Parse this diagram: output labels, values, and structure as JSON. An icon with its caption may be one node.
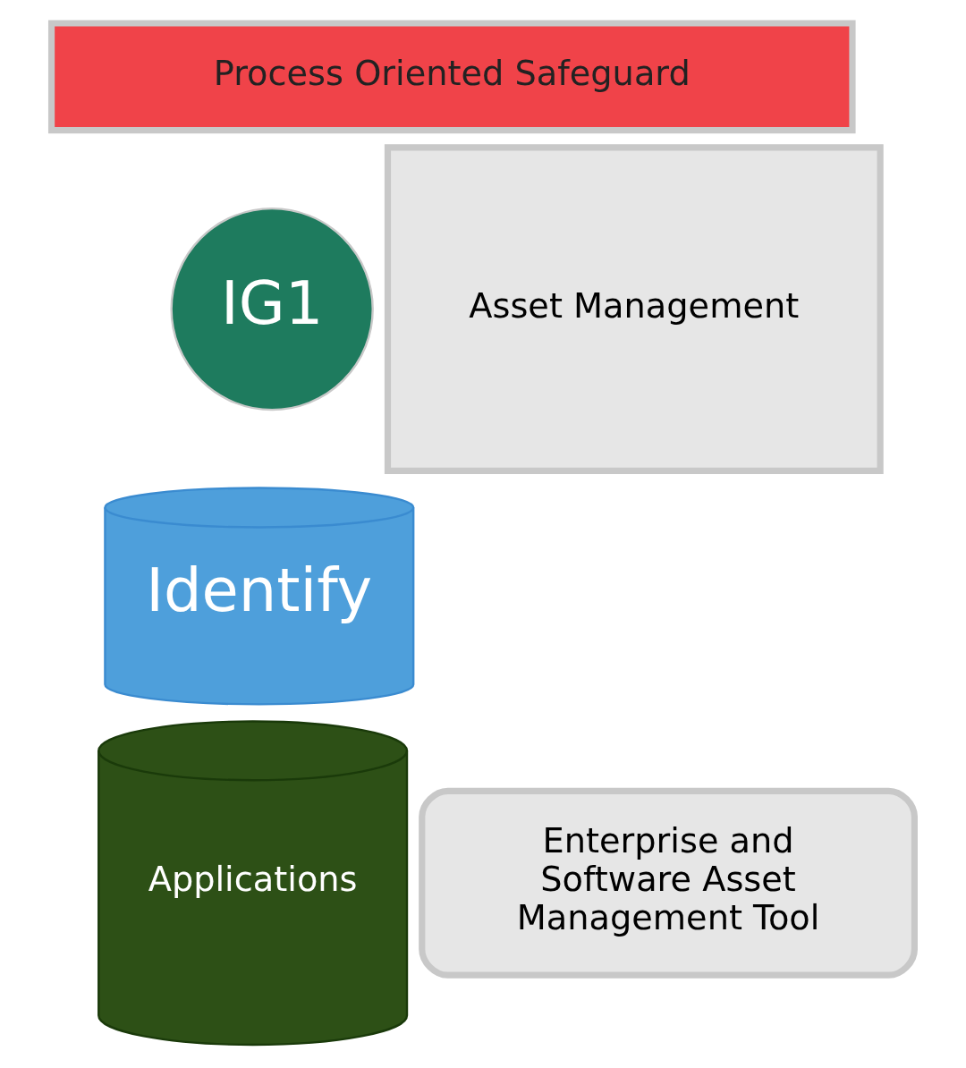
{
  "diagram": {
    "nodes": [
      {
        "text": [
          "Process Oriented Safeguard"
        ]
      },
      {
        "text": [
          "IG1"
        ]
      },
      {
        "text": [
          "Asset Management"
        ]
      },
      {
        "text": [
          "Identify"
        ]
      },
      {
        "text": [
          "Enterprise and Software Asset Management Tool"
        ]
      },
      {
        "text": [
          "Applications"
        ]
      }
    ]
  }
}
